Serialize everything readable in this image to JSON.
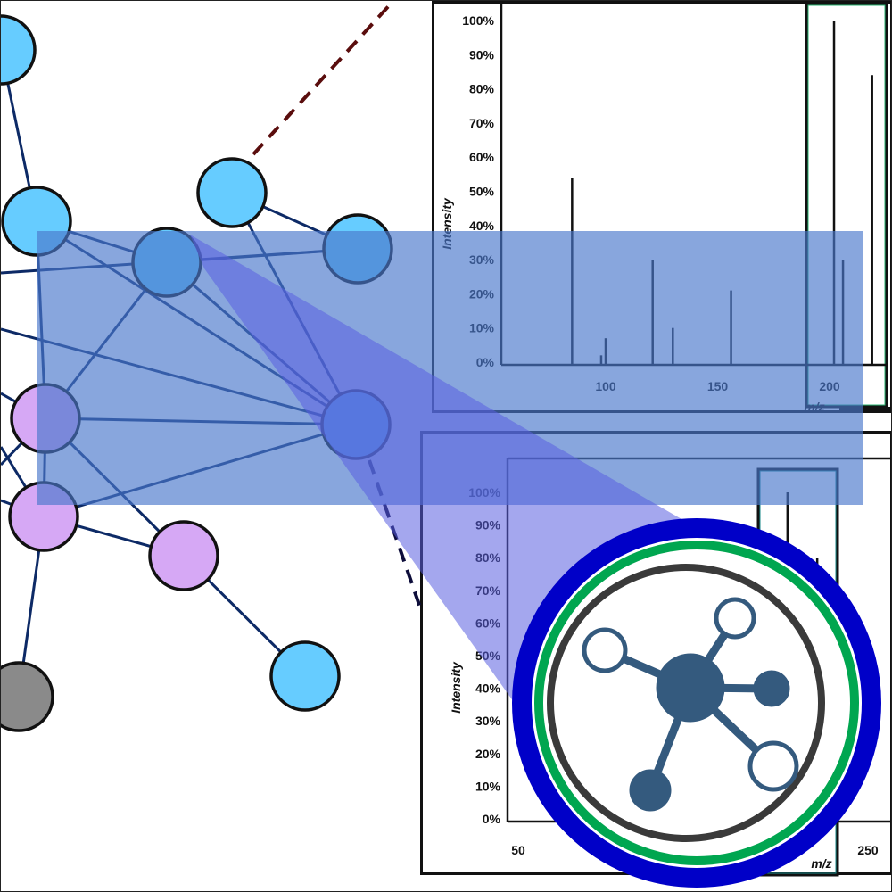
{
  "colors": {
    "node_blue": "#66ccff",
    "node_purple": "#d6a8f5",
    "node_gray": "#8a8a8a",
    "edge": "#0d2a66",
    "overlay": "#4a78cc",
    "wedge": "#5a5ee0",
    "logo_blue": "#0000c8",
    "logo_green": "#00a650",
    "logo_gray": "#3a3a3a",
    "logo_icon": "#345a7e"
  },
  "logo": {
    "icon": "network-hub-icon"
  },
  "chart_data": [
    {
      "type": "bar",
      "title": "",
      "xlabel": "m/z",
      "ylabel": "Intensity",
      "xlim": [
        40,
        227
      ],
      "ylim": [
        0,
        100
      ],
      "yticks": [
        "0%",
        "10%",
        "20%",
        "30%",
        "40%",
        "50%",
        "60%",
        "70%",
        "80%",
        "90%",
        "100%"
      ],
      "xticks": [
        {
          "v": 100,
          "label": "100"
        },
        {
          "v": 150,
          "label": "150"
        },
        {
          "v": 200,
          "label": "200"
        }
      ],
      "peaks": [
        {
          "mz": 85,
          "i": 54
        },
        {
          "mz": 98,
          "i": 2
        },
        {
          "mz": 100,
          "i": 7
        },
        {
          "mz": 121,
          "i": 30
        },
        {
          "mz": 130,
          "i": 10
        },
        {
          "mz": 156,
          "i": 21
        },
        {
          "mz": 202,
          "i": 100
        },
        {
          "mz": 206,
          "i": 30
        },
        {
          "mz": 219,
          "i": 84
        }
      ]
    },
    {
      "type": "bar",
      "title": "",
      "xlabel": "m/z",
      "ylabel": "Intensity",
      "xlim": [
        44,
        265
      ],
      "ylim": [
        0,
        100
      ],
      "yticks": [
        "0%",
        "10%",
        "20%",
        "30%",
        "40%",
        "50%",
        "60%",
        "70%",
        "80%",
        "90%",
        "100%"
      ],
      "xticks": [
        {
          "v": 50,
          "label": "50"
        },
        {
          "v": 250,
          "label": "250"
        }
      ],
      "peaks": [
        {
          "mz": 204,
          "i": 100
        },
        {
          "mz": 221,
          "i": 80
        }
      ]
    }
  ]
}
